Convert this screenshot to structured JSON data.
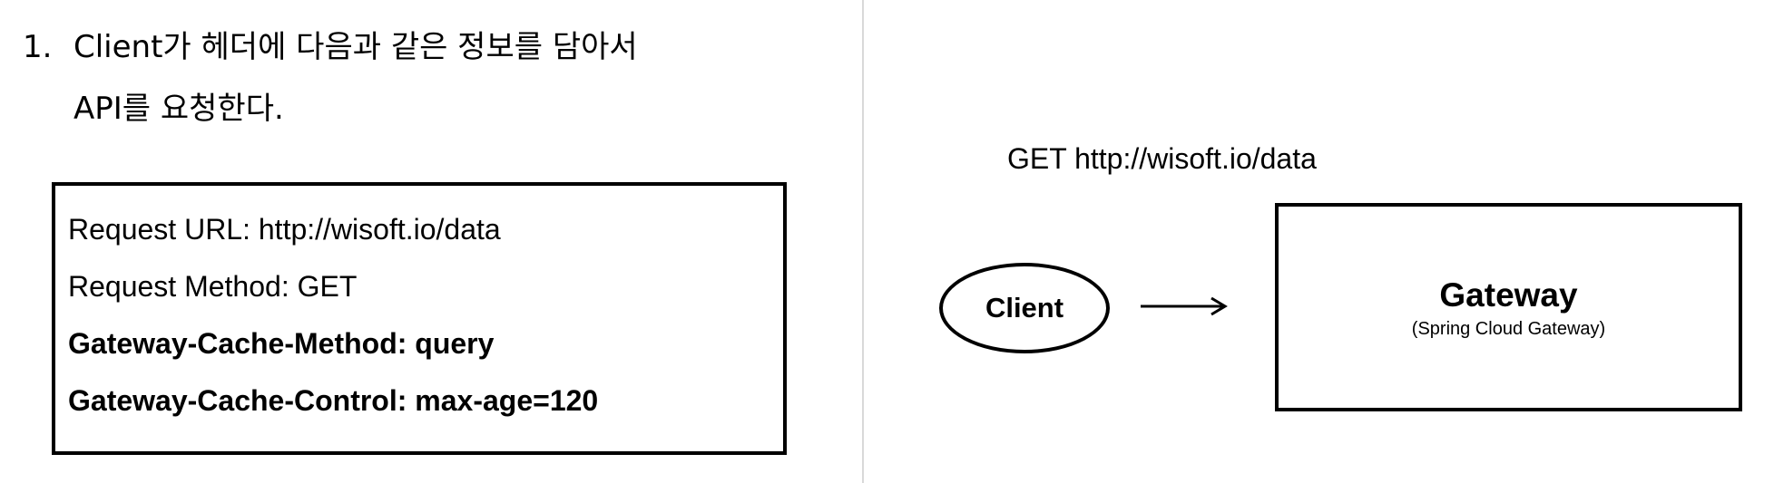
{
  "step": {
    "number": "1.",
    "line1": "Client가 헤더에 다음과 같은 정보를 담아서",
    "line2": "API를 요청한다."
  },
  "headers": [
    {
      "text": "Request URL: http://wisoft.io/data",
      "bold": false
    },
    {
      "text": "Request Method: GET",
      "bold": false
    },
    {
      "text": "Gateway-Cache-Method: query",
      "bold": true
    },
    {
      "text": "Gateway-Cache-Control: max-age=120",
      "bold": true
    }
  ],
  "diagram": {
    "request_label": "GET http://wisoft.io/data",
    "client_label": "Client",
    "gateway_title": "Gateway",
    "gateway_subtitle": "(Spring Cloud Gateway)"
  }
}
